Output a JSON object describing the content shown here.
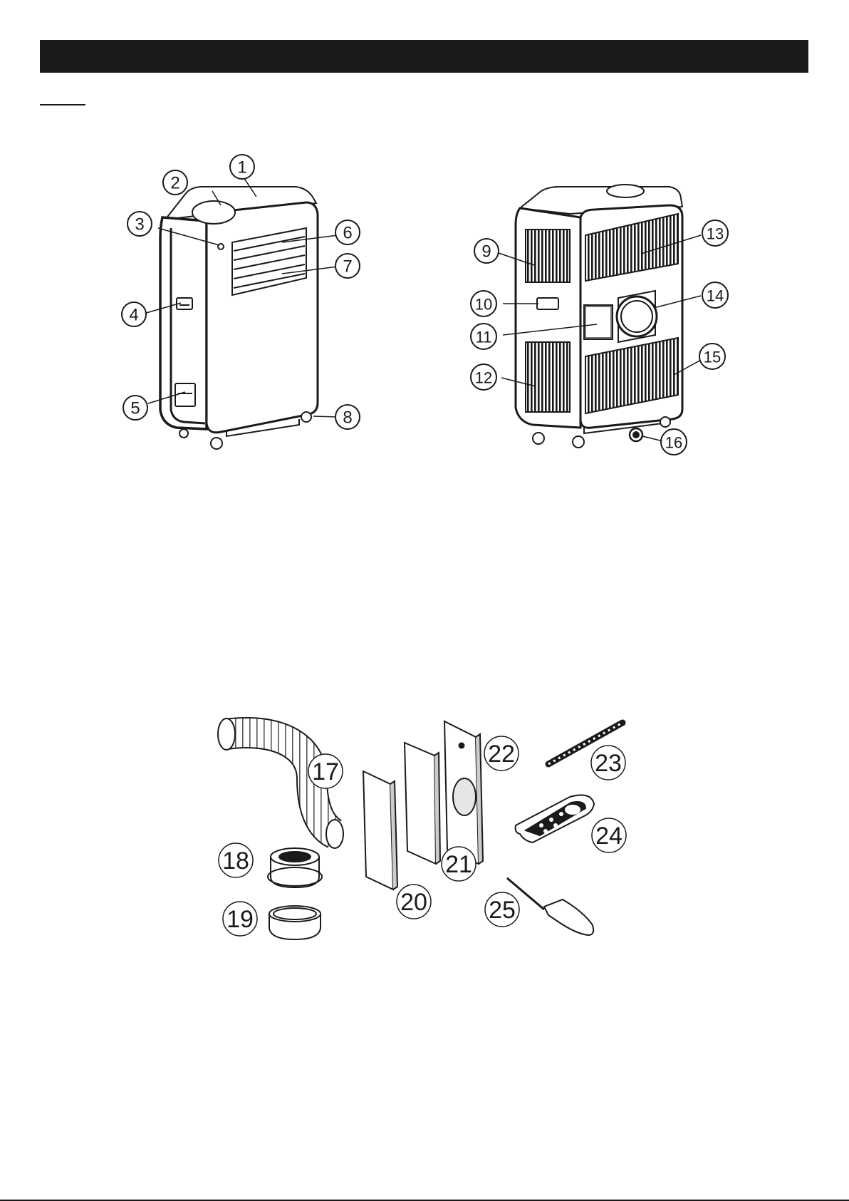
{
  "callouts": {
    "c1": "1",
    "c2": "2",
    "c3": "3",
    "c4": "4",
    "c5": "5",
    "c6": "6",
    "c7": "7",
    "c8": "8",
    "c9": "9",
    "c10": "10",
    "c11": "11",
    "c12": "12",
    "c13": "13",
    "c14": "14",
    "c15": "15",
    "c16": "16",
    "c17": "17",
    "c18": "18",
    "c19": "19",
    "c20": "20",
    "c21": "21",
    "c22": "22",
    "c23": "23",
    "c24": "24",
    "c25": "25"
  },
  "colors": {
    "ink": "#1a1a1a",
    "header": "#1a1a1a",
    "paper": "#ffffff",
    "shade": "#e6e6e6"
  }
}
